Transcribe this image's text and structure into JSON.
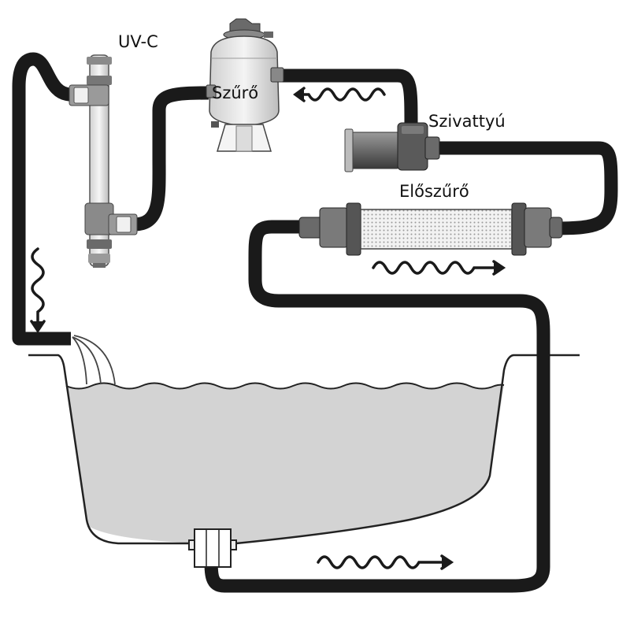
{
  "labels": {
    "uvc": "UV-C",
    "filter": "Szűrő",
    "pump": "Szivattyú",
    "prefilter": "Előszűrő"
  },
  "colors": {
    "pipe": "#1a1a1a",
    "water": "#d3d3d3",
    "component_body": "#e3e3e3",
    "component_dark": "#555555",
    "outline": "#222222"
  }
}
